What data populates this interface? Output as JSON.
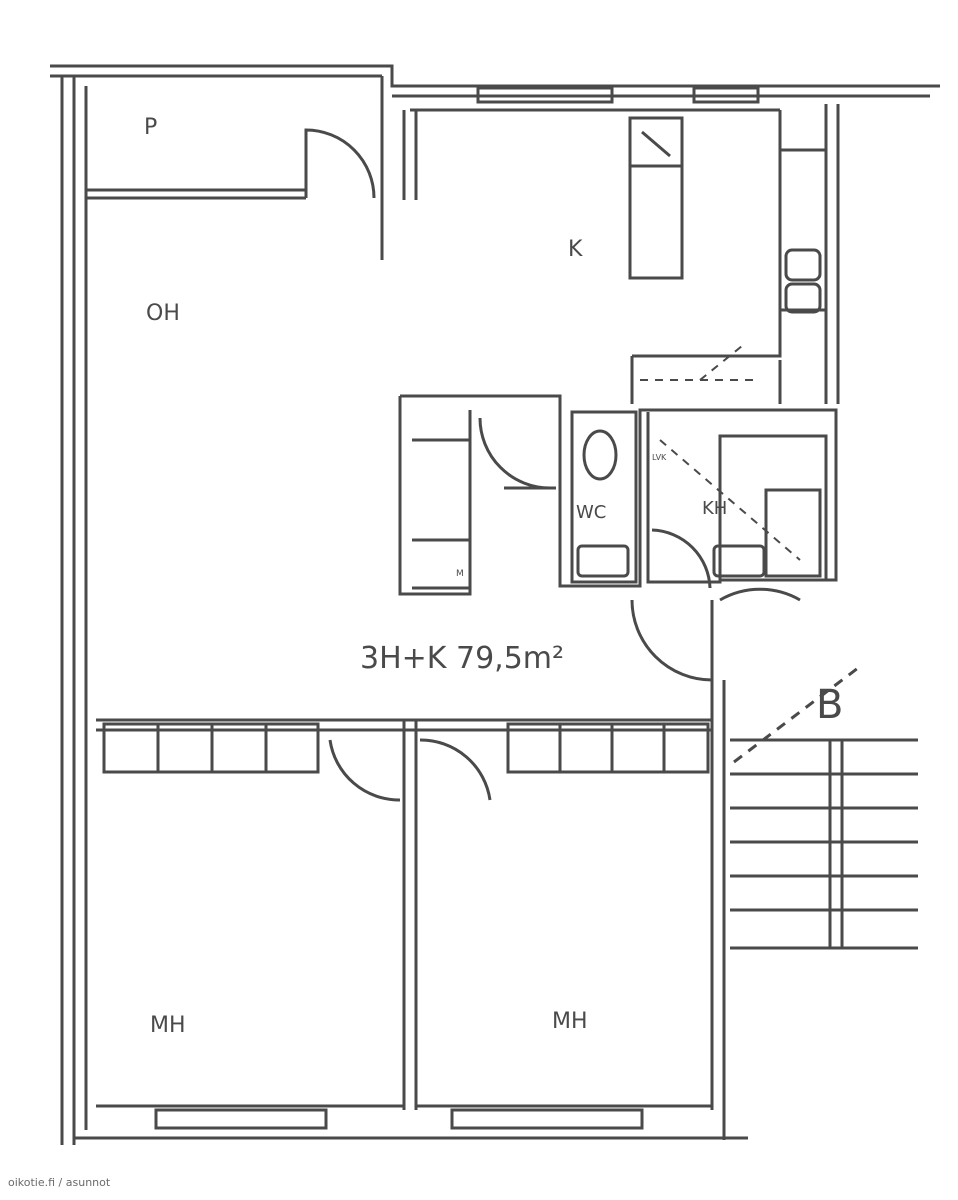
{
  "rooms": {
    "p": "P",
    "k": "K",
    "oh": "OH",
    "wc": "WC",
    "kh": "KH",
    "mh_left": "MH",
    "mh_right": "MH"
  },
  "area_label": "3H+K 79,5m²",
  "entrance_marker": "B",
  "appliance_labels": {
    "lk": "LVK",
    "m": "M"
  },
  "watermark": "oikotie.fi / asunnot",
  "colors": {
    "line": "#4a4a4a",
    "background": "#ffffff"
  }
}
